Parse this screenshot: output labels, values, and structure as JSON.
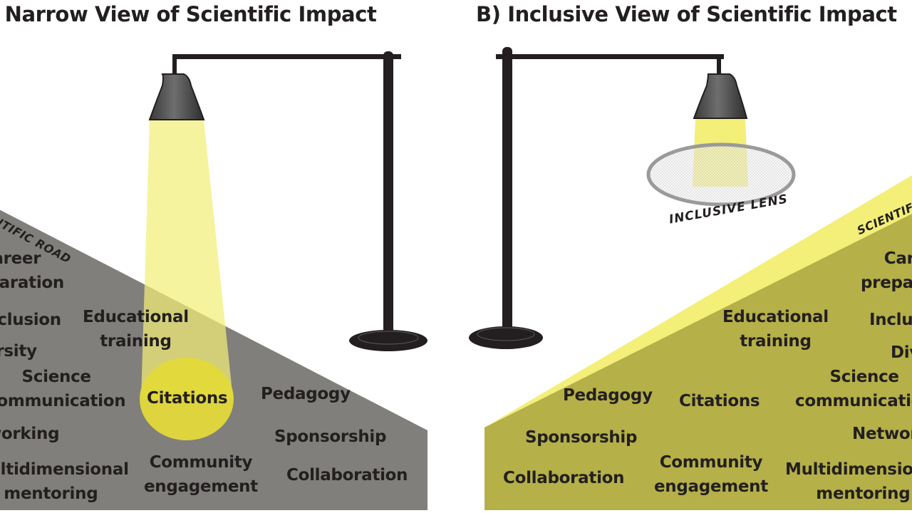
{
  "panel_a": {
    "title": "A) Narrow View of Scientific Impact",
    "road_label": "SCIENTIFIC ROAD",
    "items": {
      "career_preparation": "Career\npreparation",
      "inclusion": "Inclusion",
      "diversity": "Diversity",
      "educational_training": "Educational\ntraining",
      "science_communication": "Science\ncommunication",
      "citations": "Citations",
      "pedagogy": "Pedagogy",
      "networking": "Networking",
      "sponsorship": "Sponsorship",
      "multidimensional_mentoring": "Multidimensional\nmentoring",
      "community_engagement": "Community\nengagement",
      "collaboration": "Collaboration"
    }
  },
  "panel_b": {
    "title": "B) Inclusive View of Scientific Impact",
    "road_label": "SCIENTIFIC ROAD",
    "lens_label": "INCLUSIVE LENS",
    "items": {
      "career_preparation": "Career\npreparation",
      "inclusion": "Inclusion",
      "diversity": "Diversity",
      "educational_training": "Educational\ntraining",
      "science_communication": "Science\ncommunication",
      "pedagogy": "Pedagogy",
      "citations": "Citations",
      "networking": "Networking",
      "sponsorship": "Sponsorship",
      "community_engagement": "Community\nengagement",
      "multidimensional_mentoring": "Multidimensional\nmentoring",
      "collaboration": "Collaboration"
    }
  },
  "colors": {
    "road_narrow": "#807f7b",
    "road_inclusive": "#b5b048",
    "light_beam": "#f3ef78",
    "citations_spot": "#e3d93a",
    "lamp_dark": "#231f20",
    "lens_rim": "#9a9a9a"
  }
}
